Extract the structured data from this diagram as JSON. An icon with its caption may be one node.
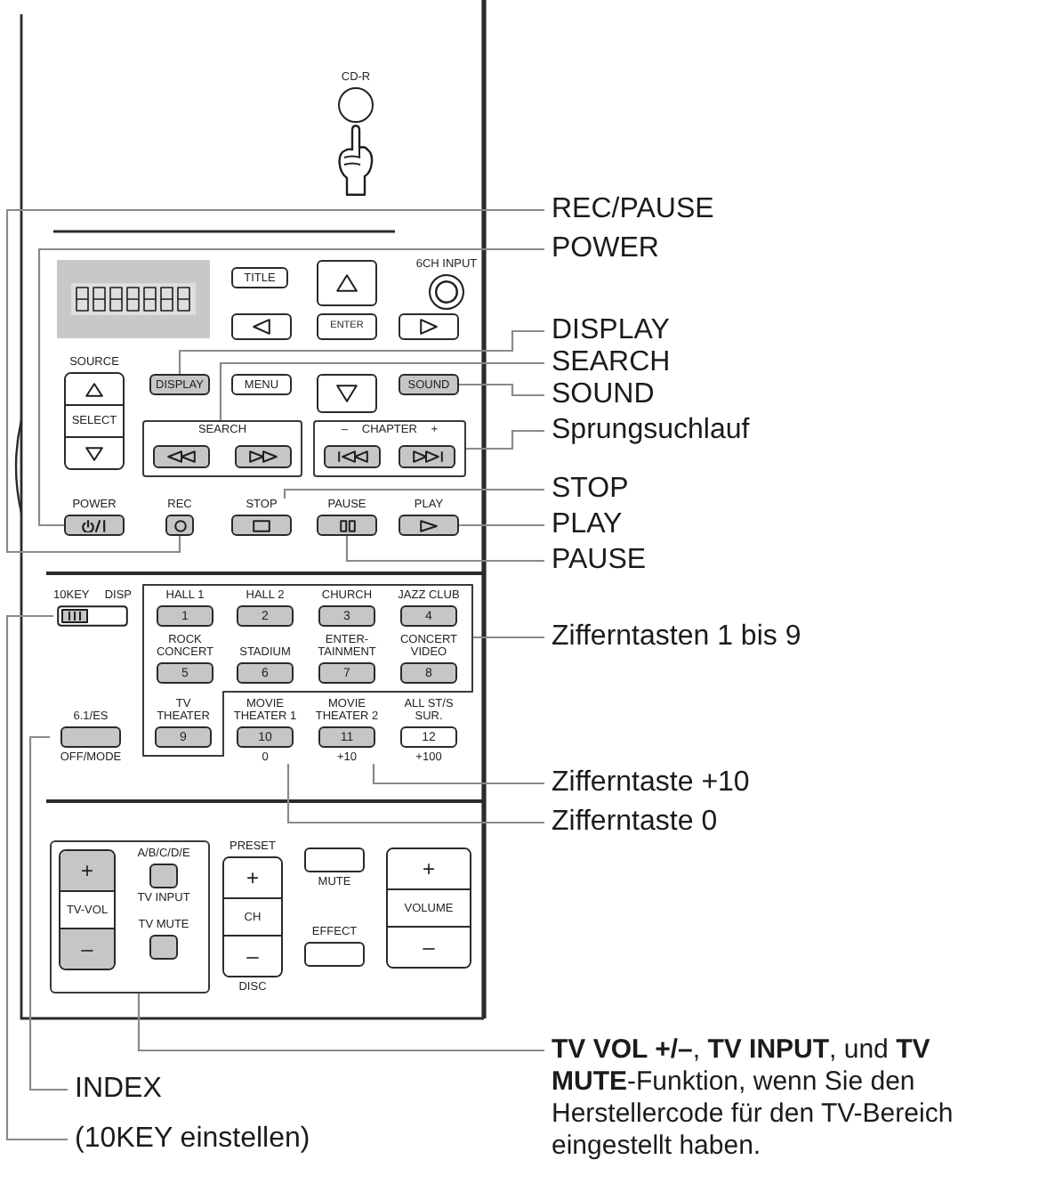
{
  "diagram": {
    "nodes": [
      {
        "text": [
          "CD-R"
        ]
      },
      {
        "text": [
          "6CH INPUT"
        ]
      },
      {
        "text": [
          "TITLE"
        ]
      },
      {
        "text": [],
        "shape": "box"
      },
      {
        "text": [],
        "shape": "box"
      },
      {
        "text": [
          "ENTER"
        ]
      },
      {
        "text": [],
        "shape": "box"
      },
      {
        "text": [
          "SOURCE",
          "SELECT"
        ]
      },
      {
        "text": [
          "DISPLAY"
        ]
      },
      {
        "text": [
          "MENU"
        ]
      },
      {
        "text": [],
        "shape": "box"
      },
      {
        "text": [
          "SOUND"
        ]
      },
      {
        "text": [
          "SEARCH"
        ]
      },
      {
        "text": [],
        "shape": "box",
        "in": 12
      },
      {
        "text": [],
        "shape": "box",
        "in": 12
      },
      {
        "text": [
          "– CHAPTER +"
        ]
      },
      {
        "text": [],
        "shape": "box",
        "in": 15
      },
      {
        "text": [],
        "shape": "box",
        "in": 15
      },
      {
        "text": [
          "POWER"
        ]
      },
      {
        "text": [
          "REC"
        ]
      },
      {
        "text": [
          "STOP"
        ]
      },
      {
        "text": [
          "PAUSE"
        ]
      },
      {
        "text": [
          "PLAY"
        ]
      },
      {
        "text": [
          "10KEY",
          "DISP"
        ]
      },
      {
        "text": [],
        "shape": "box"
      },
      {
        "text": [
          "HALL 1",
          "1"
        ],
        "in": 24
      },
      {
        "text": [
          "HALL 2",
          "2"
        ],
        "in": 24
      },
      {
        "text": [
          "CHURCH",
          "3"
        ],
        "in": 24
      },
      {
        "text": [
          "JAZZ CLUB",
          "4"
        ],
        "in": 24
      },
      {
        "text": [
          "ROCK CONCERT",
          "5"
        ],
        "in": 24
      },
      {
        "text": [
          "STADIUM",
          "6"
        ],
        "in": 24
      },
      {
        "text": [
          "ENTER- TAINMENT",
          "7"
        ],
        "in": 24
      },
      {
        "text": [
          "CONCERT VIDEO",
          "8"
        ],
        "in": 24
      },
      {
        "text": [
          "TV THEATER",
          "9"
        ],
        "in": 24
      },
      {
        "text": [
          "6.1/ES",
          "OFF/MODE"
        ]
      },
      {
        "text": [
          "MOVIE THEATER 1",
          "10",
          "0"
        ]
      },
      {
        "text": [
          "MOVIE THEATER 2",
          "11",
          "+10"
        ]
      },
      {
        "text": [
          "ALL ST/S SUR.",
          "12",
          "+100"
        ]
      },
      {
        "text": [],
        "shape": "box"
      },
      {
        "text": [
          "+",
          "TV-VOL",
          "–"
        ],
        "in": 38
      },
      {
        "text": [
          "A/B/C/D/E",
          "TV INPUT"
        ],
        "in": 38
      },
      {
        "text": [
          "TV MUTE"
        ],
        "in": 38
      },
      {
        "text": [
          "PRESET",
          "+",
          "CH",
          "–",
          "DISC"
        ]
      },
      {
        "text": [
          "MUTE"
        ]
      },
      {
        "text": [
          "EFFECT"
        ]
      },
      {
        "text": [
          "+",
          "VOLUME",
          "–"
        ]
      },
      {
        "text": [
          "REC/PAUSE"
        ]
      },
      {
        "text": [
          "POWER"
        ]
      },
      {
        "text": [
          "DISPLAY"
        ]
      },
      {
        "text": [
          "SEARCH"
        ]
      },
      {
        "text": [
          "SOUND"
        ]
      },
      {
        "text": [
          "Sprungsuchlauf"
        ]
      },
      {
        "text": [
          "STOP"
        ]
      },
      {
        "text": [
          "PLAY"
        ]
      },
      {
        "text": [
          "PAUSE"
        ]
      },
      {
        "text": [
          "Zifferntasten 1 bis 9"
        ]
      },
      {
        "text": [
          "Zifferntaste +10"
        ]
      },
      {
        "text": [
          "Zifferntaste 0"
        ]
      },
      {
        "text": [
          "**TV VOL +/–**, **TV INPUT**, und **TV MUTE**-Funktion, wenn Sie den Herstellercode für den TV-Bereich eingestellt haben."
        ]
      },
      {
        "text": [
          "INDEX"
        ]
      },
      {
        "text": [
          "(10KEY einstellen)"
        ]
      }
    ],
    "edges": [
      {
        "from": 46,
        "to": 19,
        "arrow": "none"
      },
      {
        "from": 47,
        "to": 18,
        "arrow": "none"
      },
      {
        "from": 48,
        "to": 8,
        "arrow": "none"
      },
      {
        "from": 49,
        "to": 12,
        "arrow": "none"
      },
      {
        "from": 50,
        "to": 11,
        "arrow": "none"
      },
      {
        "from": 51,
        "to": 15,
        "arrow": "none"
      },
      {
        "from": 52,
        "to": 20,
        "arrow": "none"
      },
      {
        "from": 53,
        "to": 22,
        "arrow": "none"
      },
      {
        "from": 54,
        "to": 21,
        "arrow": "none"
      },
      {
        "from": 55,
        "to": 24,
        "arrow": "none"
      },
      {
        "from": 56,
        "to": 36,
        "arrow": "none"
      },
      {
        "from": 57,
        "to": 35,
        "arrow": "none"
      },
      {
        "from": 58,
        "to": 38,
        "arrow": "none"
      },
      {
        "from": 59,
        "to": 34,
        "arrow": "none"
      },
      {
        "from": 60,
        "to": 23,
        "arrow": "none"
      }
    ]
  }
}
